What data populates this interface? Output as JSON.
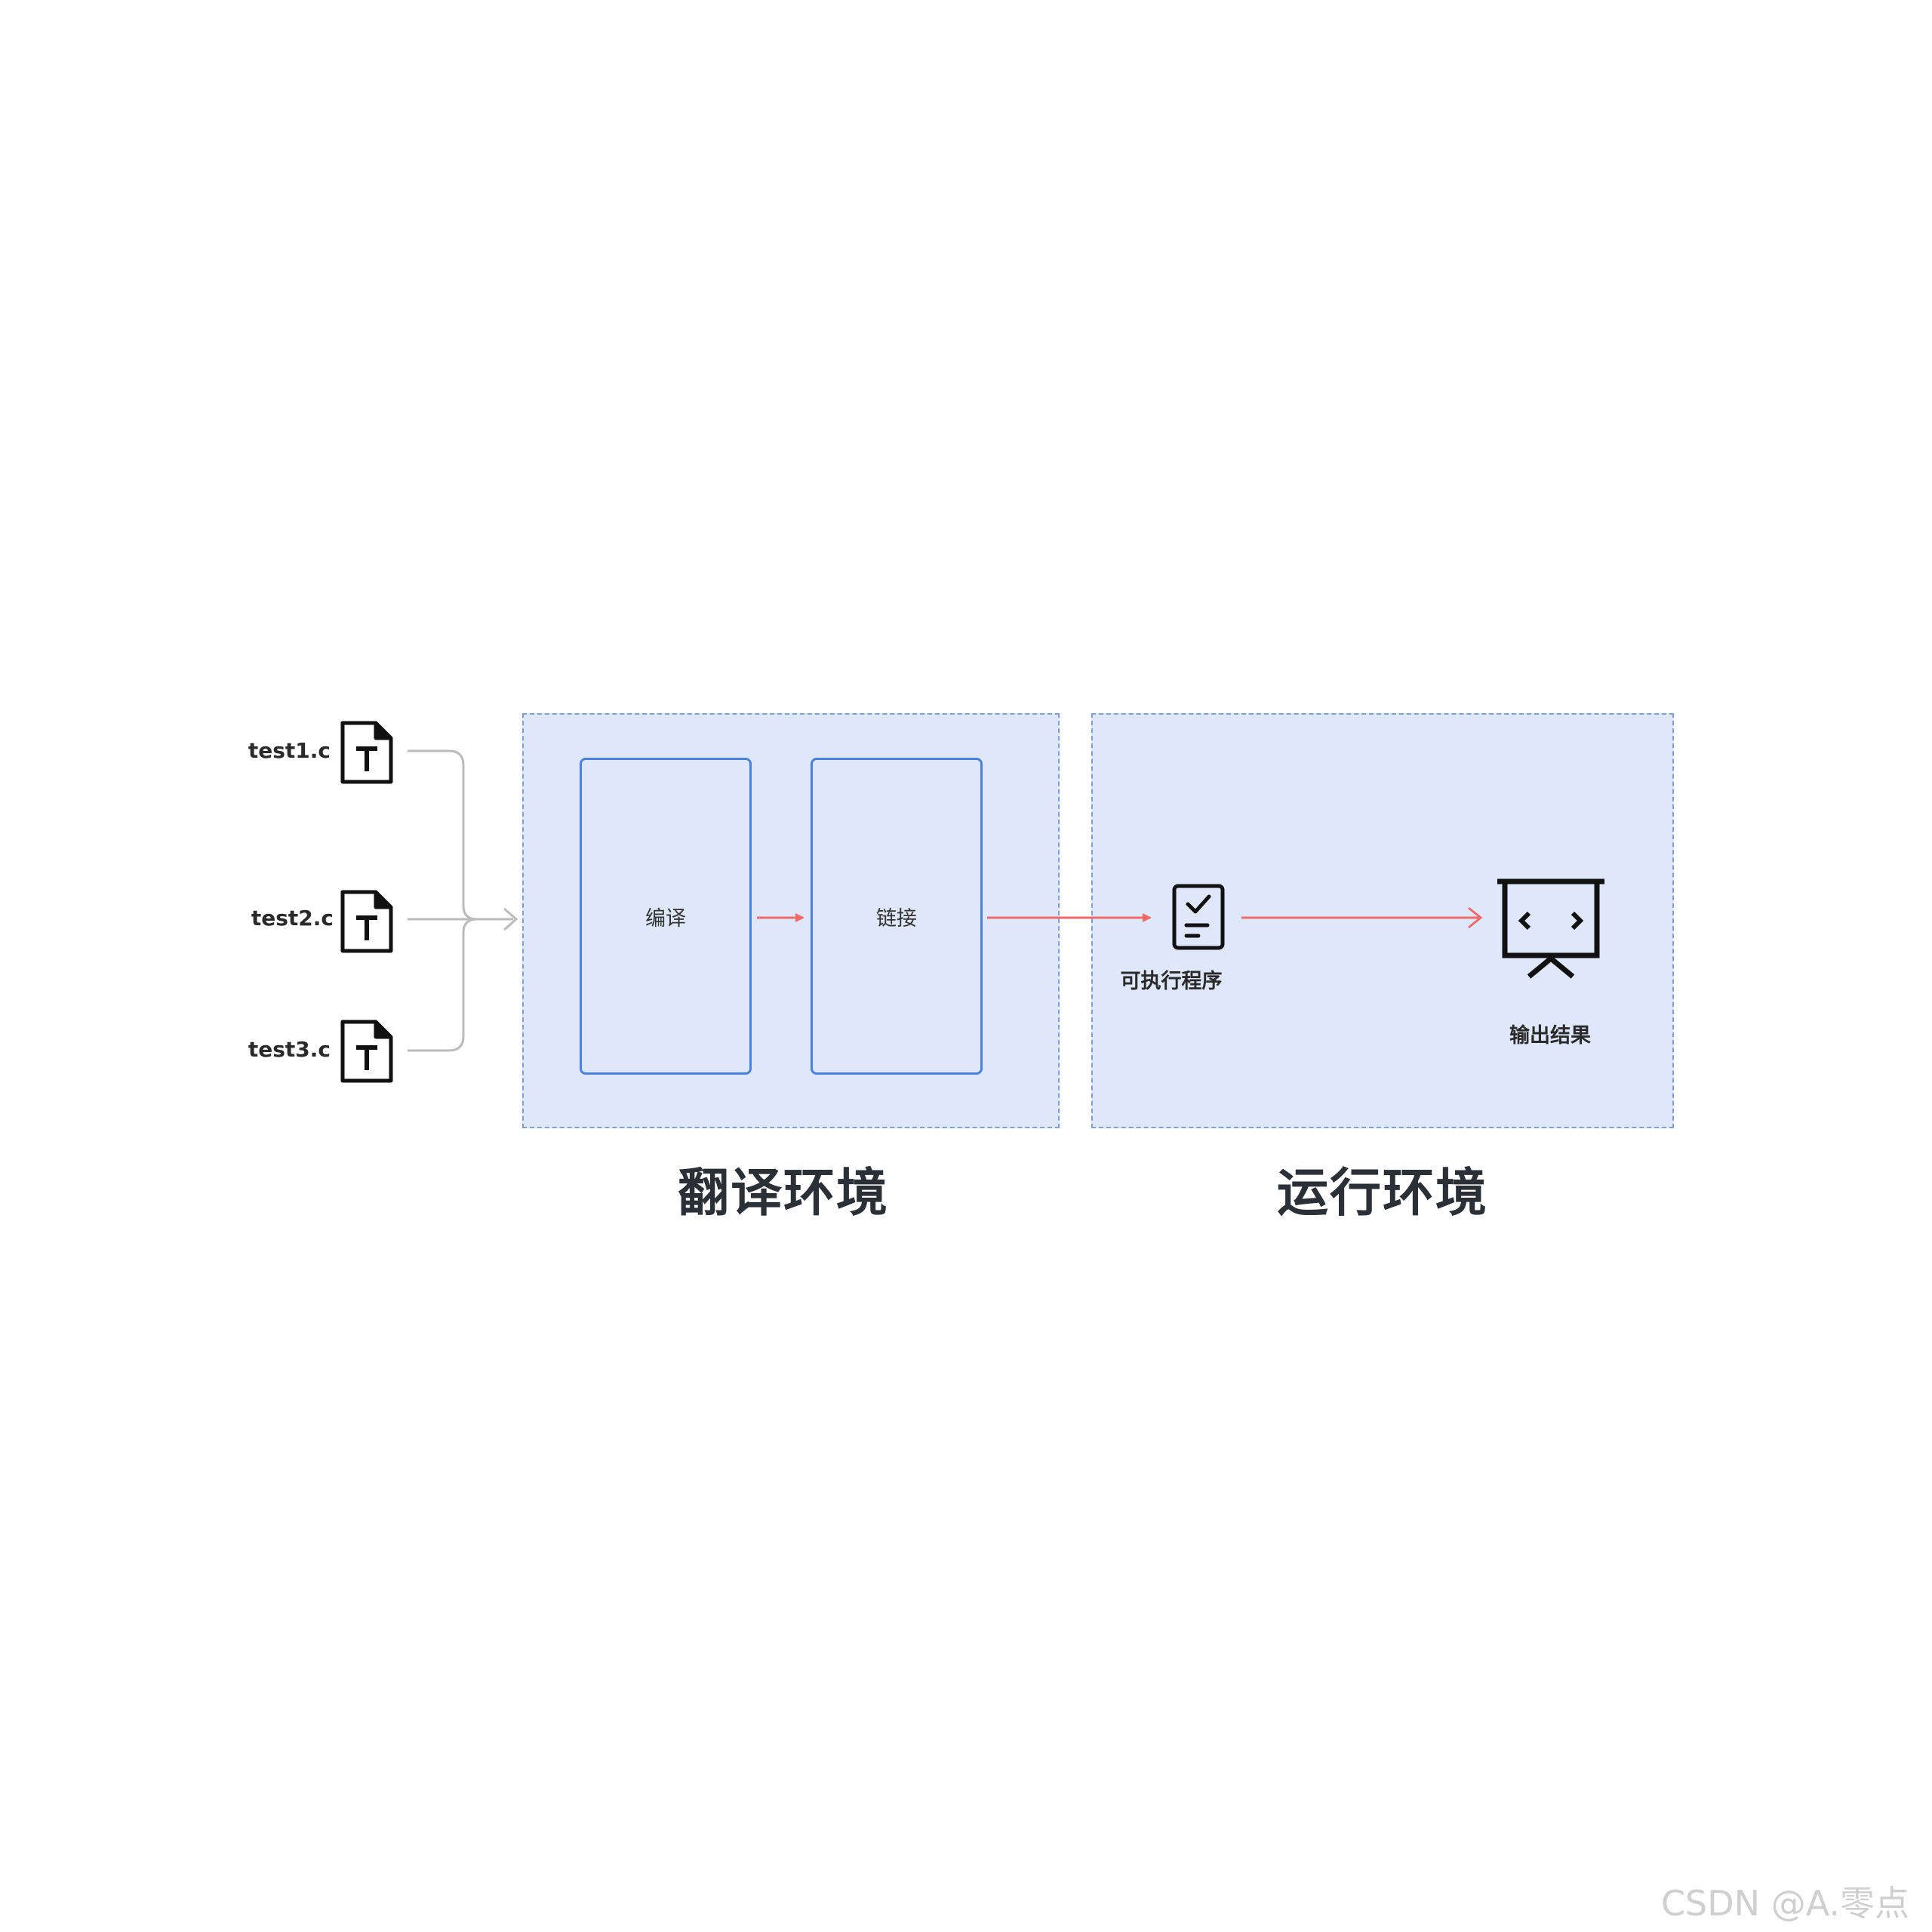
{
  "input_files": [
    {
      "name": "test1.c",
      "icon": "text-file-icon"
    },
    {
      "name": "test2.c",
      "icon": "text-file-icon"
    },
    {
      "name": "test3.c",
      "icon": "text-file-icon"
    }
  ],
  "translation_environment": {
    "label": "翻译环境",
    "stages": [
      "编译",
      "链接"
    ]
  },
  "runtime_environment": {
    "label": "运行环境",
    "executable": {
      "label": "可执行程序",
      "icon": "checklist-document-icon"
    },
    "output": {
      "label": "输出结果",
      "icon": "presentation-screen-icon"
    }
  },
  "watermark": "CSDN @A.零点",
  "colors": {
    "env_fill": "#dfe8fb",
    "env_border": "#7f9fd6",
    "stage_border": "#4a80e0",
    "flow_arrow": "#f06a6a",
    "input_connector": "#bbbbbb"
  }
}
